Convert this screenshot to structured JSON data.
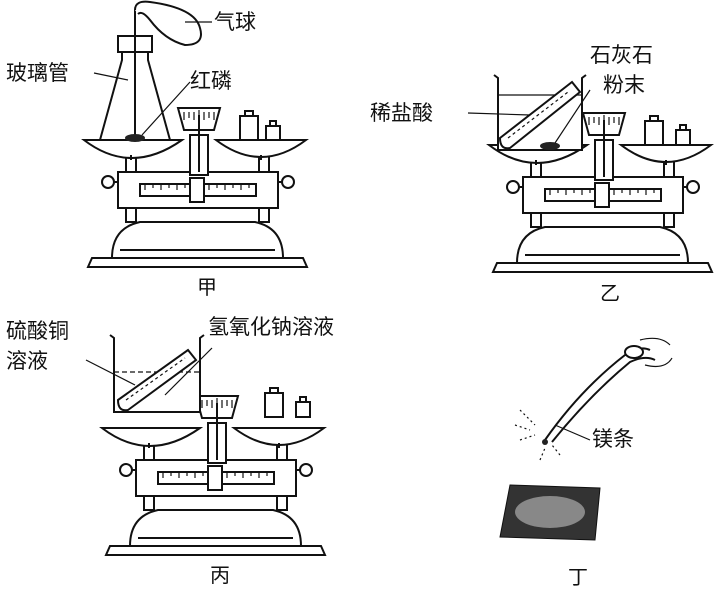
{
  "figures": [
    {
      "caption": "甲",
      "labels": {
        "balloon": "气球",
        "glass_tube": "玻璃管",
        "red_phosphorus": "红磷"
      }
    },
    {
      "caption": "乙",
      "labels": {
        "limestone_line1": "石灰石",
        "limestone_line2": "粉末",
        "acid": "稀盐酸"
      }
    },
    {
      "caption": "丙",
      "labels": {
        "copper_sulfate_line1": "硫酸铜",
        "copper_sulfate_line2": "溶液",
        "naoh": "氢氧化钠溶液"
      }
    },
    {
      "caption": "丁",
      "labels": {
        "magnesium": "镁条"
      }
    }
  ]
}
